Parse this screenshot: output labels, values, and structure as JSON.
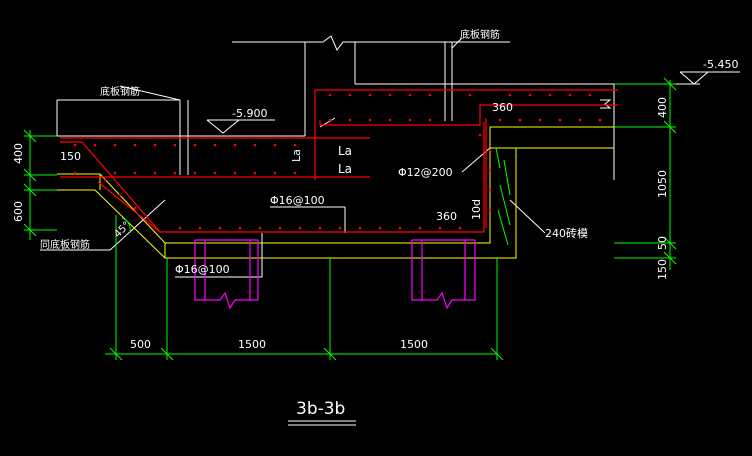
{
  "drawing": {
    "title": "3b-3b",
    "labels": {
      "bottom_slab_rebar_top": "底板钢筋",
      "bottom_slab_rebar_left": "底板钢筋",
      "same_bottom_slab_rebar": "同底板钢筋",
      "brick_wall": "240砖模",
      "elev_left": "-5.900",
      "elev_right": "-5.450",
      "la_1": "La",
      "la_2": "La",
      "rebar_1": "Φ12@200",
      "rebar_2": "Φ16@100",
      "rebar_3": "Φ16@100",
      "dim_360_top": "360",
      "dim_360_bot": "360",
      "dim_10d": "10d",
      "dim_150_left": "150",
      "angle": "45°"
    },
    "dims_bottom": [
      "500",
      "1500",
      "1500"
    ],
    "dims_left": [
      "400",
      "600"
    ],
    "dims_right": [
      "400",
      "1050",
      "50",
      "150"
    ]
  },
  "colors": {
    "background": "#000000",
    "concrete": "#ffff00",
    "rebar": "#ff0000",
    "dimension": "#00ff00",
    "pile_cap": "#ff00ff",
    "text": "#ffffff"
  }
}
